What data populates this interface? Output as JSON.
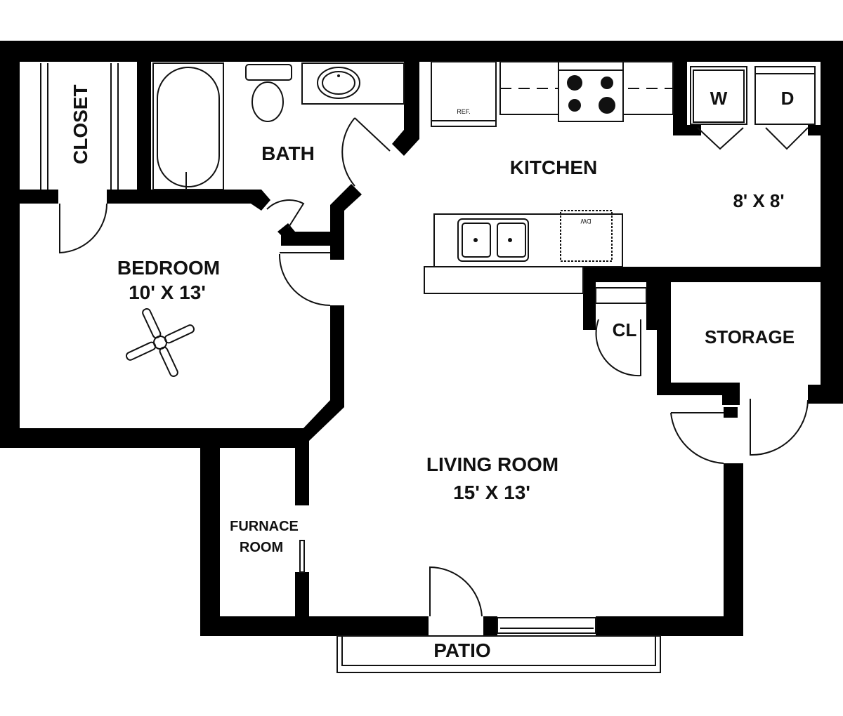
{
  "floor_plan": {
    "rooms": {
      "closet": {
        "label": "CLOSET"
      },
      "bath": {
        "label": "BATH"
      },
      "kitchen": {
        "label": "KITCHEN",
        "dimensions": "8' X 8'"
      },
      "bedroom": {
        "label": "BEDROOM",
        "dimensions": "10' X 13'"
      },
      "cl": {
        "label": "CL"
      },
      "storage": {
        "label": "STORAGE"
      },
      "living_room": {
        "label": "LIVING ROOM",
        "dimensions": "15' X 13'"
      },
      "furnace_room": {
        "label_line1": "FURNACE",
        "label_line2": "ROOM"
      },
      "patio": {
        "label": "PATIO"
      }
    },
    "appliances": {
      "refrigerator": "REF.",
      "dishwasher": "DW",
      "washer": "W",
      "dryer": "D"
    },
    "colors": {
      "wall": "#000000",
      "background": "#ffffff",
      "line": "#111111"
    }
  }
}
